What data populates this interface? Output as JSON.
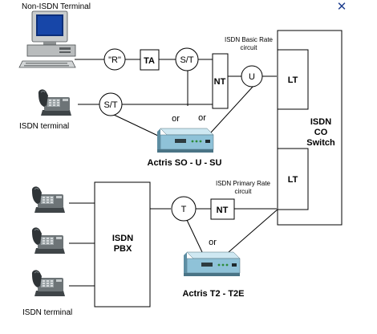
{
  "labels": {
    "non_isdn_terminal": "Non-ISDN Terminal",
    "isdn_terminal_top": "ISDN terminal",
    "isdn_terminal_bottom": "ISDN terminal",
    "r": "\"R\"",
    "ta": "TA",
    "st_top": "S/T",
    "st_mid": "S/T",
    "nt_top": "NT",
    "u": "U",
    "lt_top": "LT",
    "lt_bottom": "LT",
    "basic_rate_line1": "ISDN Basic Rate",
    "basic_rate_line2": "circuit",
    "primary_rate_line1": "ISDN Primary Rate",
    "primary_rate_line2": "circuit",
    "co_switch_line1": "ISDN",
    "co_switch_line2": "CO",
    "co_switch_line3": "Switch",
    "or_1": "or",
    "or_2": "or",
    "or_3": "or",
    "actris_su": "Actris SO - U - SU",
    "t": "T",
    "nt_bottom": "NT",
    "pbx_line1": "ISDN",
    "pbx_line2": "PBX",
    "actris_t2": "Actris T2 - T2E"
  },
  "icons": {
    "close": "close-x-icon",
    "computer": "desktop-computer-icon",
    "phone": "telephone-icon",
    "modem": "network-device-icon"
  },
  "colors": {
    "close": "#1f3f8f",
    "modem_body": "#a9d3e6",
    "modem_led": "#2e8b3a"
  },
  "ui": {
    "close_glyph": "✕"
  }
}
